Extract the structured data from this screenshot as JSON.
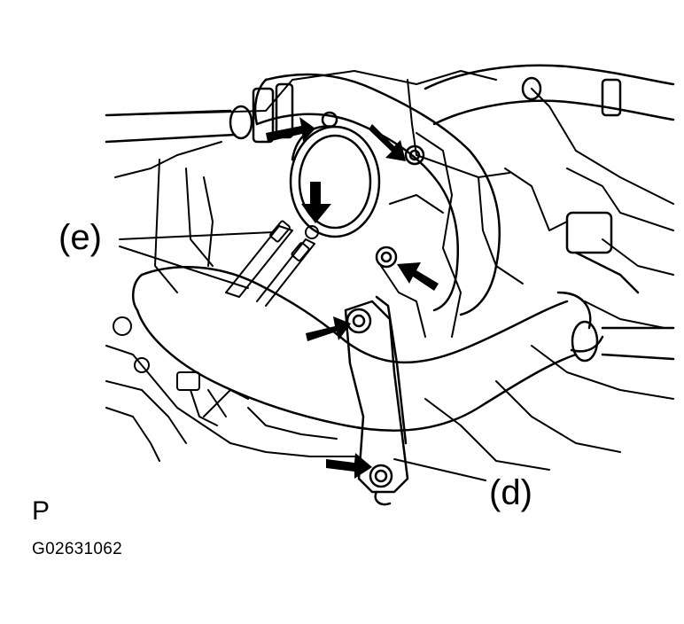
{
  "labels": {
    "callout_e": "(e)",
    "callout_d": "(d)",
    "view_letter": "P",
    "figure_code": "G02631062"
  },
  "colors": {
    "ink": "#000000",
    "paper": "#ffffff"
  },
  "icons": {
    "arrow": "bolt-arrow-icon"
  }
}
